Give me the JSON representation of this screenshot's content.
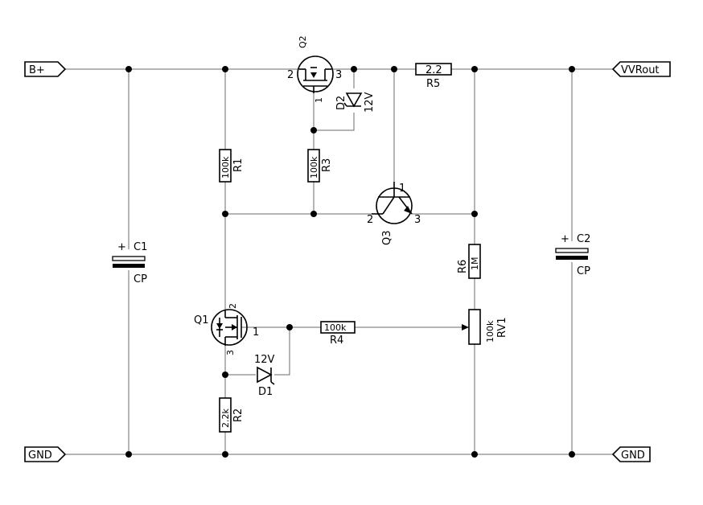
{
  "ports": {
    "bplus": "B+",
    "vvrout": "VVRout",
    "gnd_left": "GND",
    "gnd_right": "GND"
  },
  "q2": {
    "ref": "Q2",
    "pin1": "1",
    "pin2": "2",
    "pin3": "3"
  },
  "d2": {
    "ref": "D2",
    "value": "12V"
  },
  "r5": {
    "value": "2.2",
    "ref": "R5"
  },
  "r1": {
    "value": "100k",
    "ref": "R1"
  },
  "r3": {
    "value": "100k",
    "ref": "R3"
  },
  "q3": {
    "ref": "Q3",
    "pin1": "1",
    "pin2": "2",
    "pin3": "3"
  },
  "c1": {
    "ref": "C1",
    "type": "CP",
    "plus": "+"
  },
  "c2": {
    "ref": "C2",
    "type": "CP",
    "plus": "+"
  },
  "r6": {
    "value": "1M",
    "ref": "R6"
  },
  "q1": {
    "ref": "Q1",
    "pin1": "1",
    "pin2": "2",
    "pin3": "3"
  },
  "r4": {
    "value": "100k",
    "ref": "R4"
  },
  "rv1": {
    "value": "100k",
    "ref": "RV1"
  },
  "d1": {
    "ref": "D1",
    "value": "12V"
  },
  "r2": {
    "value": "2.2k",
    "ref": "R2"
  }
}
